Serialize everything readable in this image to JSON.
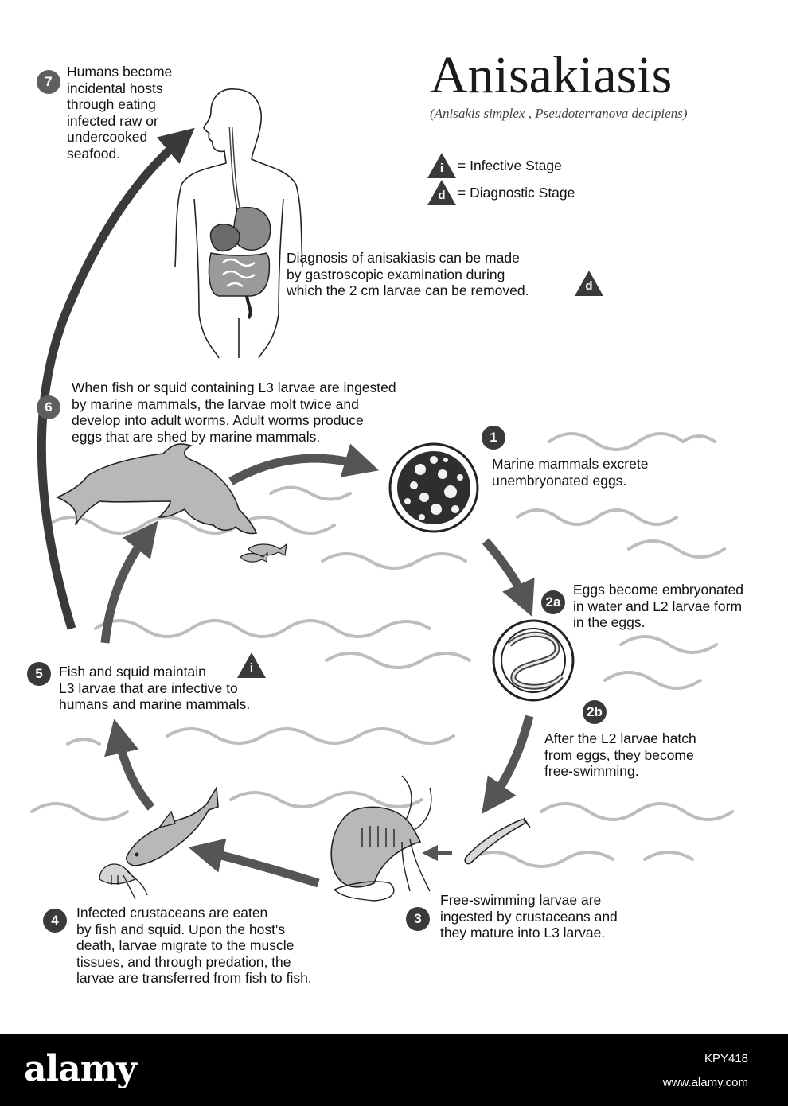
{
  "title": "Anisakiasis",
  "subtitle": "(Anisakis simplex , Pseudoterranova decipiens)",
  "legend": {
    "infective": {
      "symbol": "i",
      "label": "= Infective Stage"
    },
    "diagnostic": {
      "symbol": "d",
      "label": "= Diagnostic Stage"
    }
  },
  "diagnosis_note": "Diagnosis of anisakiasis can be made\nby gastroscopic examination during\nwhich the 2 cm larvae can be removed.",
  "diagnosis_marker": "d",
  "steps": [
    {
      "number": "1",
      "text": "Marine mammals excrete\nunembryonated eggs."
    },
    {
      "number": "2a",
      "text": "Eggs become embryonated\nin water and L2 larvae form\nin the eggs."
    },
    {
      "number": "2b",
      "text": "After the L2 larvae hatch\nfrom eggs, they become\nfree-swimming."
    },
    {
      "number": "3",
      "text": "Free-swimming larvae are\ningested by crustaceans and\nthey mature into L3 larvae."
    },
    {
      "number": "4",
      "text": "Infected crustaceans are eaten\nby fish and squid.  Upon the host's\ndeath, larvae migrate to the muscle\ntissues, and through predation, the\nlarvae are transferred from fish to fish."
    },
    {
      "number": "5",
      "text": "Fish and squid maintain\nL3 larvae that are infective to\nhumans and marine mammals.",
      "marker": "i"
    },
    {
      "number": "6",
      "text": "When fish or squid containing L3 larvae are ingested\nby marine mammals, the larvae molt twice and\ndevelop into adult worms.  Adult worms produce\neggs that are shed by marine mammals."
    },
    {
      "number": "7",
      "text": "Humans become\nincidental hosts\nthrough eating\ninfected raw or\nundercooked\nseafood."
    }
  ],
  "watermark": {
    "logo": "alamy",
    "image_id": "KPY418",
    "url": "www.alamy.com"
  },
  "colors": {
    "arrow": "#555555",
    "arrow_dark": "#3a3a3a",
    "wave": "#bdbdbd",
    "dolphin": "#b8b8b8",
    "circle": "#3a3a3a"
  }
}
